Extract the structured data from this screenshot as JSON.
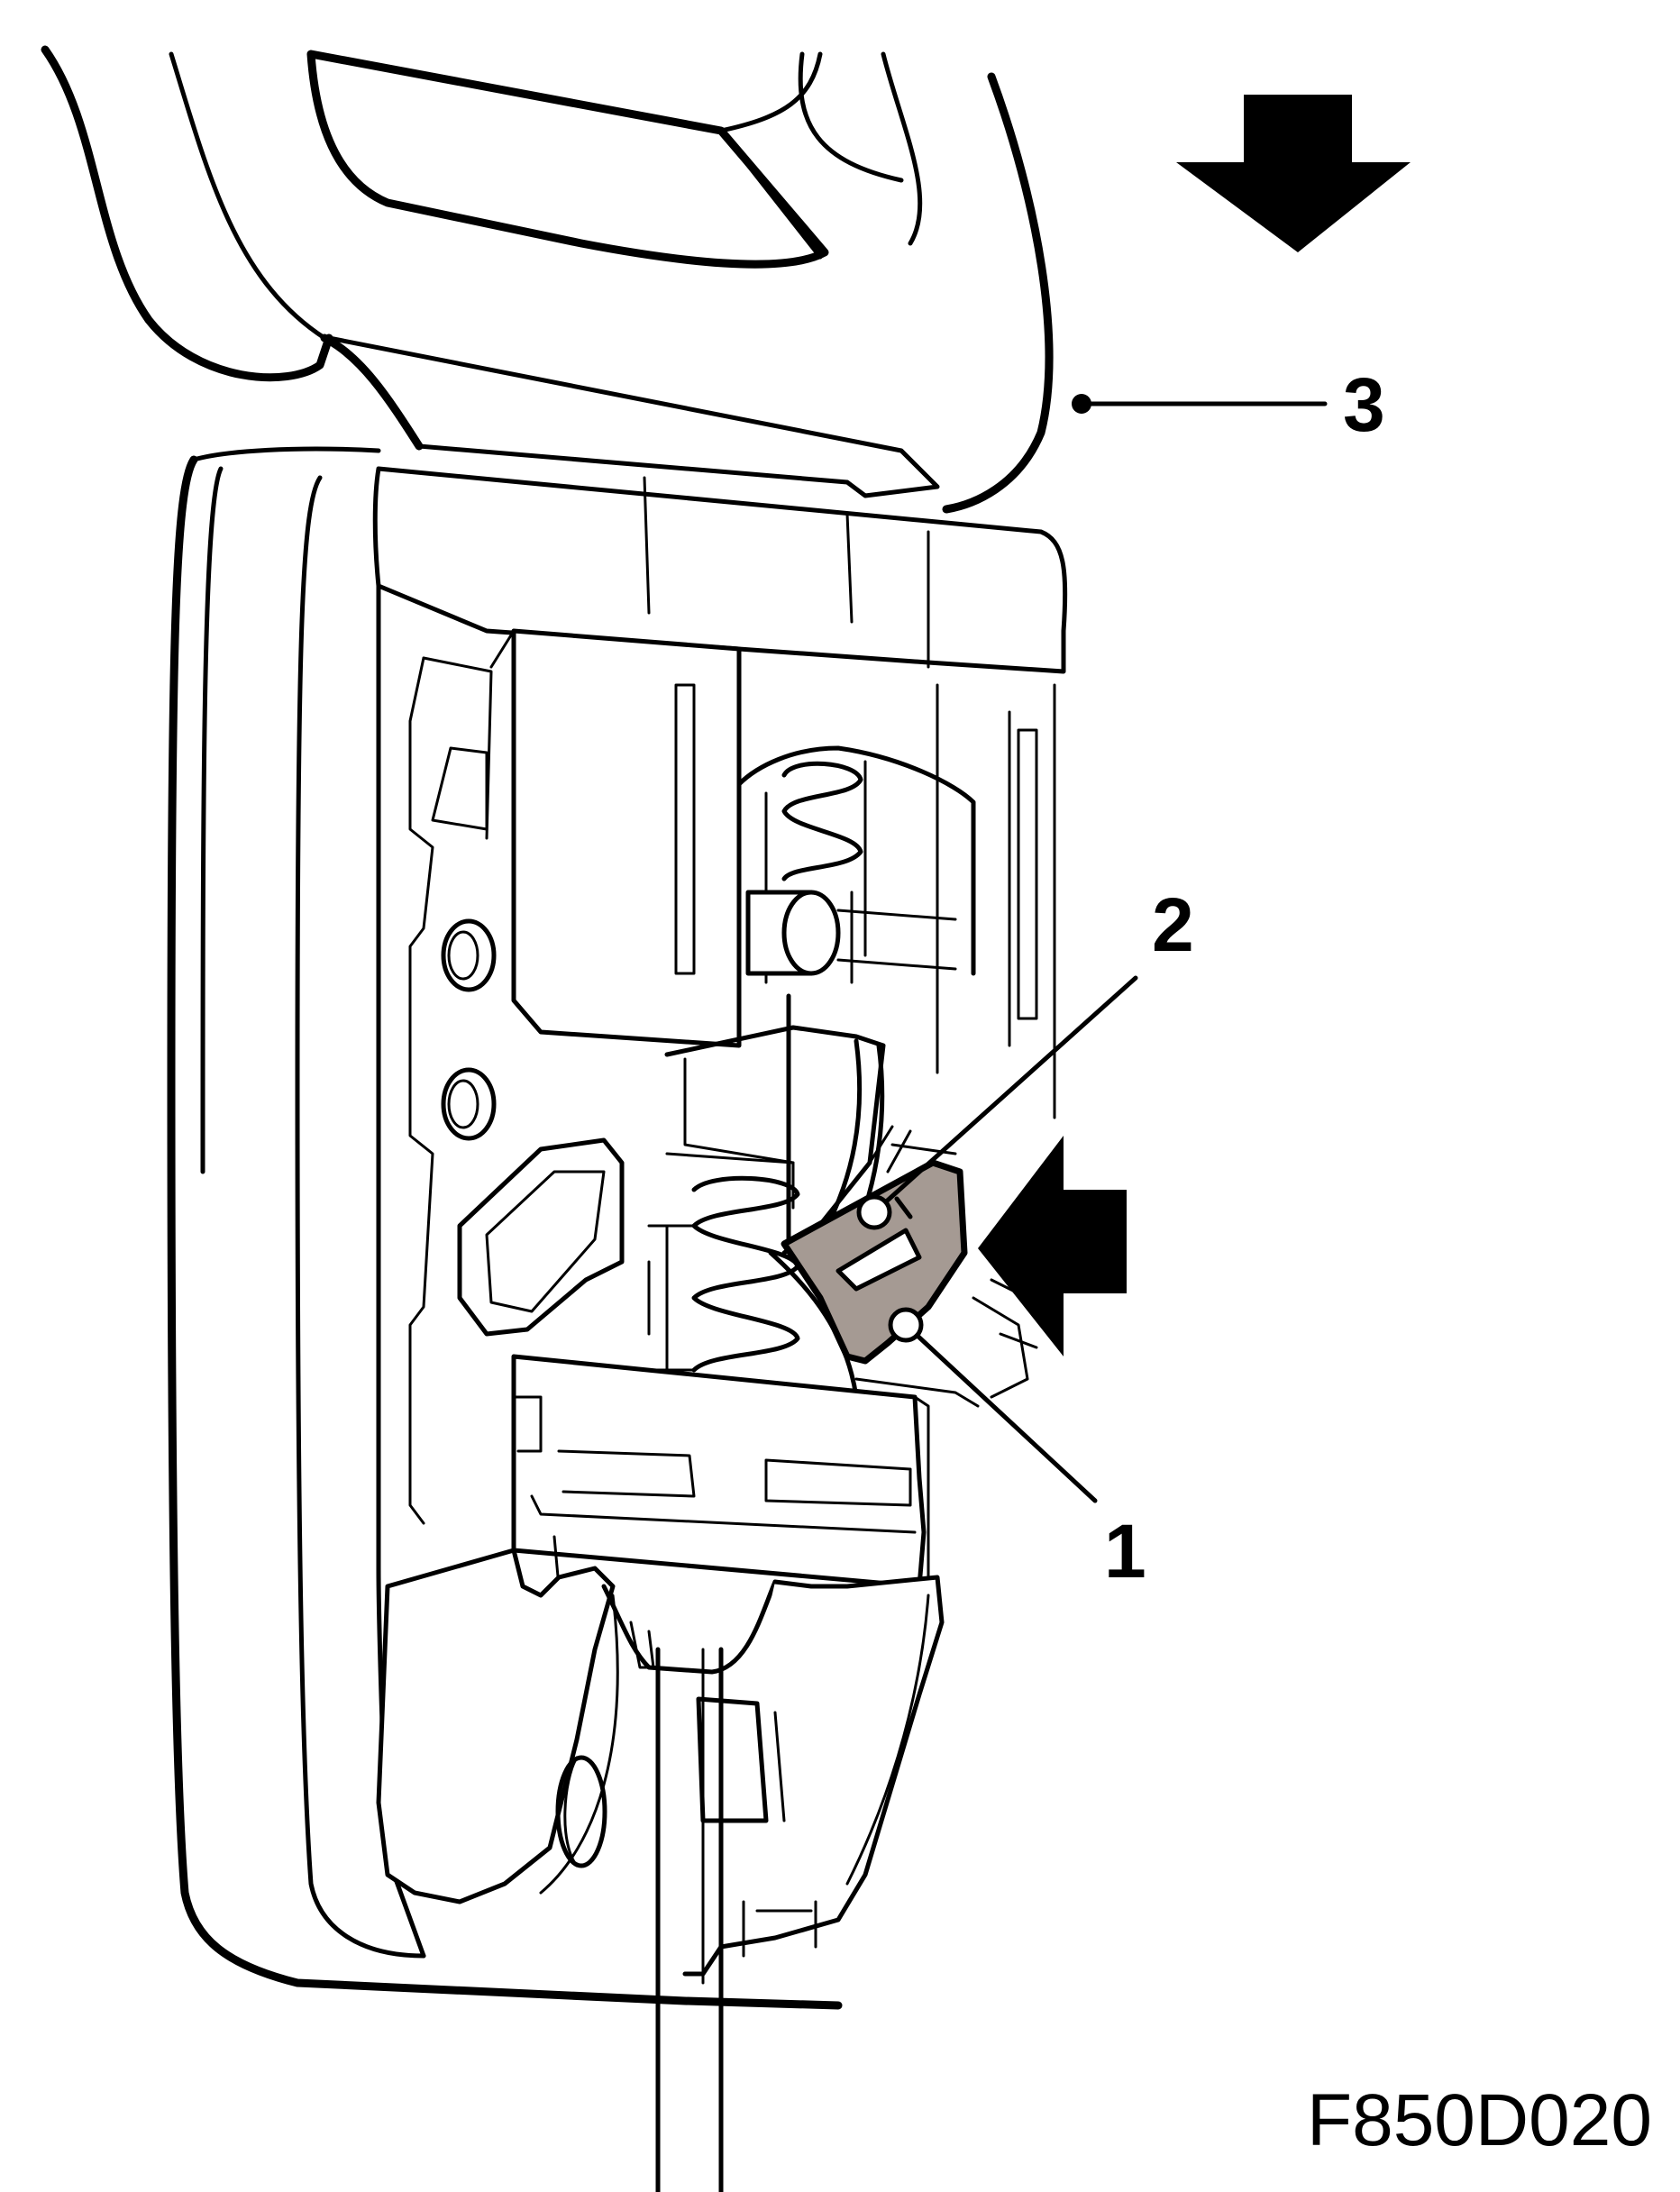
{
  "figure": {
    "id": "F850D020",
    "colors": {
      "line": "#000000",
      "highlight": "#a59a93",
      "background": "#ffffff"
    },
    "callouts": [
      {
        "label": "1"
      },
      {
        "label": "2"
      },
      {
        "label": "3"
      }
    ],
    "arrows": [
      {
        "direction": "down"
      },
      {
        "direction": "left"
      }
    ]
  }
}
